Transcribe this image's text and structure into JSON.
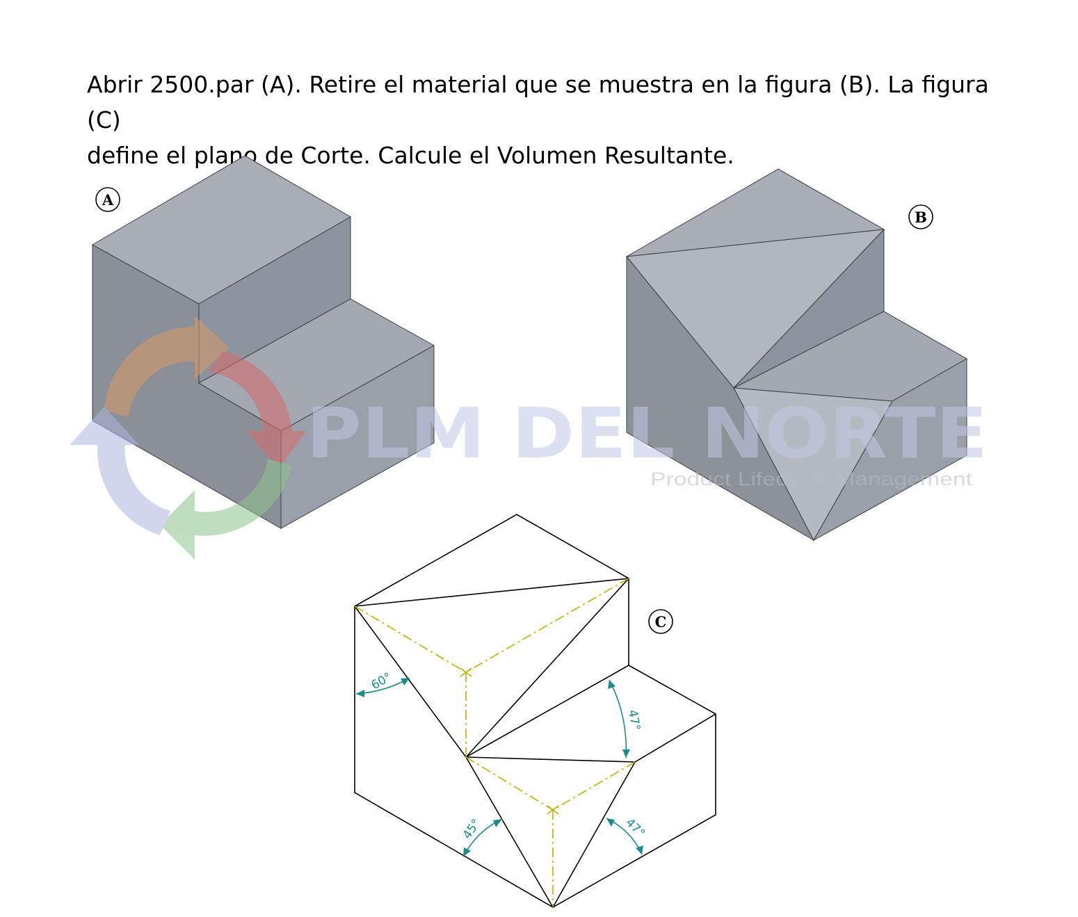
{
  "instruction": {
    "line1": "Abrir 2500.par (A). Retire el material que se muestra en la figura (B). La figura (C)",
    "line2": "define el plano de Corte. Calcule el Volumen Resultante."
  },
  "figures": {
    "a": {
      "label": "A"
    },
    "b": {
      "label": "B"
    },
    "c": {
      "label": "C",
      "angles": [
        "60°",
        "47°",
        "45°",
        "47°"
      ]
    }
  },
  "watermark": {
    "brand": "PLM DEL NORTE",
    "tagline": "Product Lifecycle Management"
  },
  "colors": {
    "face_top": "#a8adb6",
    "face_left": "#8b9098",
    "face_right": "#9da2ab",
    "cut_face": "#b2b7bf",
    "construction_line": "#b8b400",
    "dimension": "#1a8c8c",
    "watermark_text": "#d5d8ea"
  }
}
